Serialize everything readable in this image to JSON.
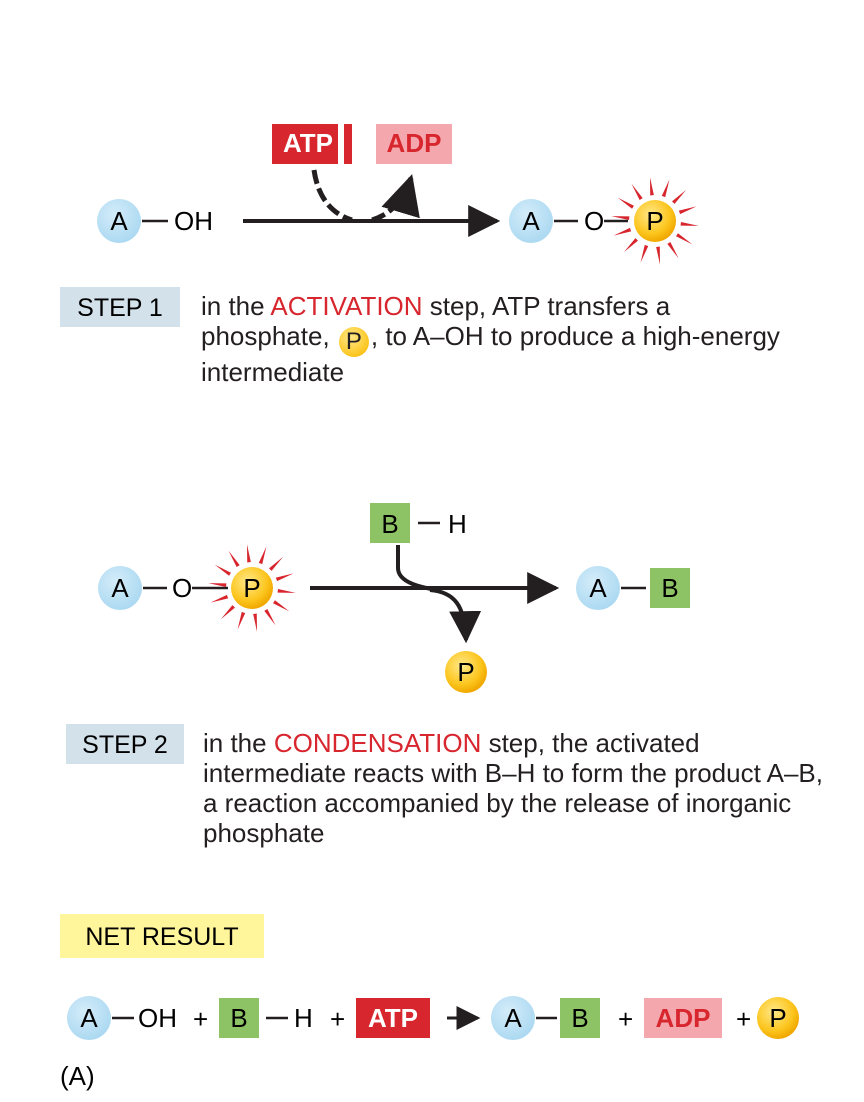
{
  "step1": {
    "atp": "ATP",
    "adp": "ADP",
    "reactant_a": "A",
    "reactant_oh": "OH",
    "product_a": "A",
    "product_o": "O",
    "product_p": "P",
    "badge": "STEP 1",
    "text_before": "in the ",
    "text_highlight": "ACTIVATION",
    "text_after1": " step, ATP transfers a phosphate, ",
    "inline_p": "P",
    "text_after2": ", to A–OH to produce a high-energy intermediate"
  },
  "step2": {
    "reactant_a": "A",
    "reactant_o": "O",
    "reactant_p": "P",
    "bh_b": "B",
    "bh_h": "H",
    "product_a": "A",
    "product_b": "B",
    "released_p": "P",
    "badge": "STEP 2",
    "text_before": "in the ",
    "text_highlight": "CONDENSATION",
    "text_after": " step, the activated intermediate reacts with B–H to form the product A–B, a reaction accompanied by the release of inorganic phosphate"
  },
  "net": {
    "badge": "NET RESULT",
    "a1": "A",
    "oh": "OH",
    "plus1": "+",
    "b1": "B",
    "h": "H",
    "plus2": "+",
    "atp": "ATP",
    "a2": "A",
    "b2": "B",
    "plus3": "+",
    "adp": "ADP",
    "plus4": "+",
    "p": "P"
  },
  "panel_label": "(A)",
  "colors": {
    "a_circle": "#a9d8f1",
    "phosphate": "#fcc51d",
    "b_square": "#8dc265",
    "atp_box": "#d8262e",
    "adp_box": "#f4a8ad",
    "step_badge": "#d3e1eb",
    "net_badge": "#fff59b",
    "highlight_text": "#d8262e",
    "burst": "#d8262e"
  }
}
